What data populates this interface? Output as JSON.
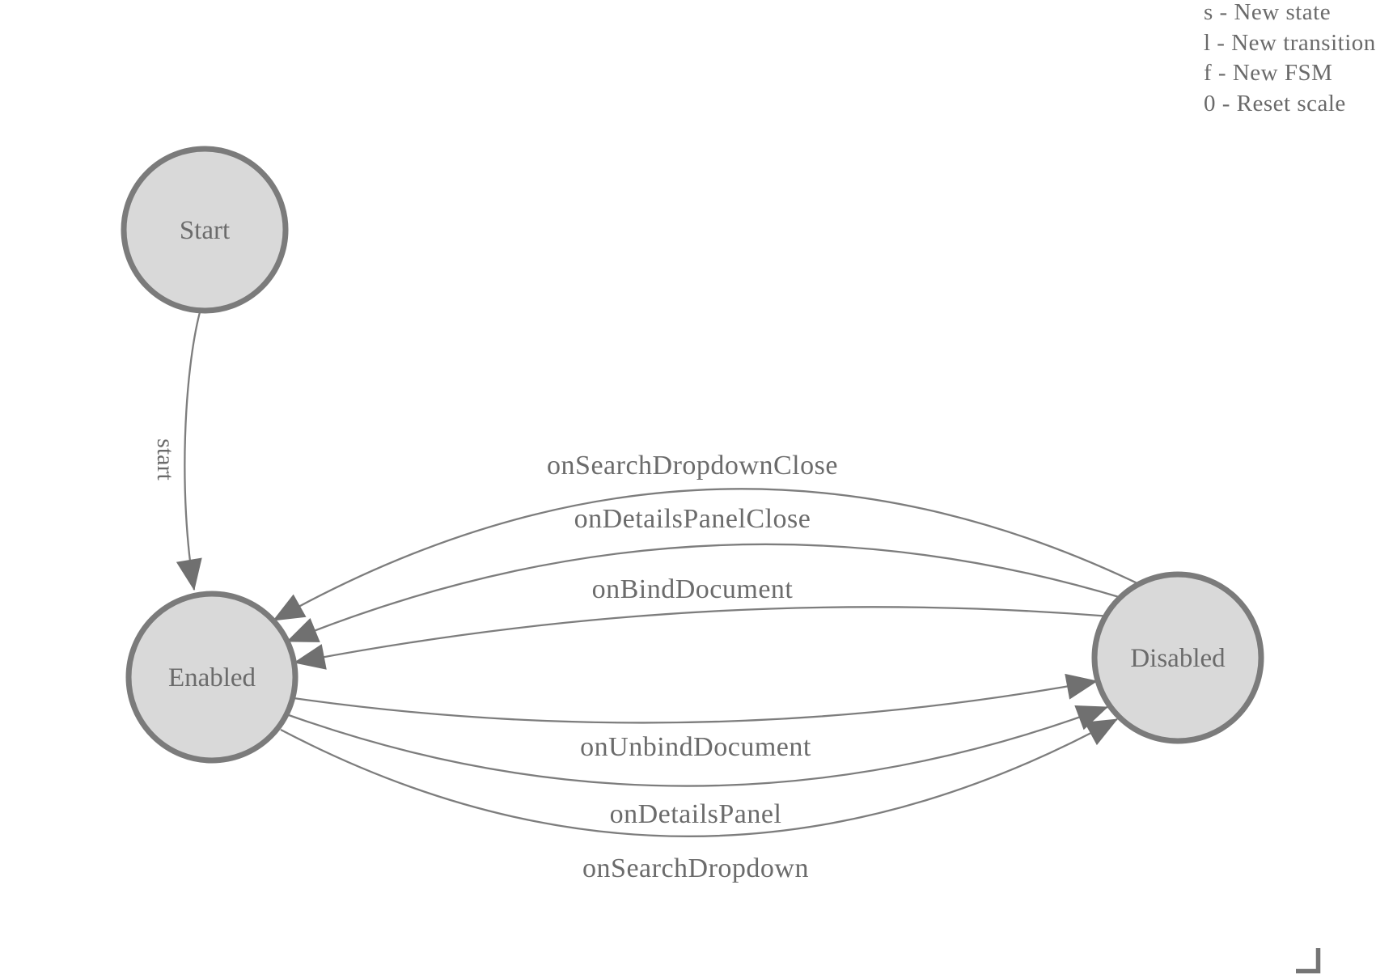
{
  "legend": {
    "lines": [
      "s - New state",
      "l - New transition",
      "f - New FSM",
      "0 - Reset scale"
    ]
  },
  "diagram": {
    "nodes": {
      "start": {
        "label": "Start"
      },
      "enabled": {
        "label": "Enabled"
      },
      "disabled": {
        "label": "Disabled"
      }
    },
    "edges": {
      "start": {
        "label": "start",
        "from": "Start",
        "to": "Enabled"
      },
      "disabled_to_enabled": [
        {
          "label": "onSearchDropdownClose"
        },
        {
          "label": "onDetailsPanelClose"
        },
        {
          "label": "onBindDocument"
        }
      ],
      "enabled_to_disabled": [
        {
          "label": "onUnbindDocument"
        },
        {
          "label": "onDetailsPanel"
        },
        {
          "label": "onSearchDropdown"
        }
      ]
    }
  },
  "colors": {
    "background": "#ffffff",
    "node_fill": "#d9d9d9",
    "node_border": "#7b7b7b",
    "edge_line": "#7d7d7d",
    "arrow_fill": "#707070",
    "text": "#6b6b6b"
  }
}
